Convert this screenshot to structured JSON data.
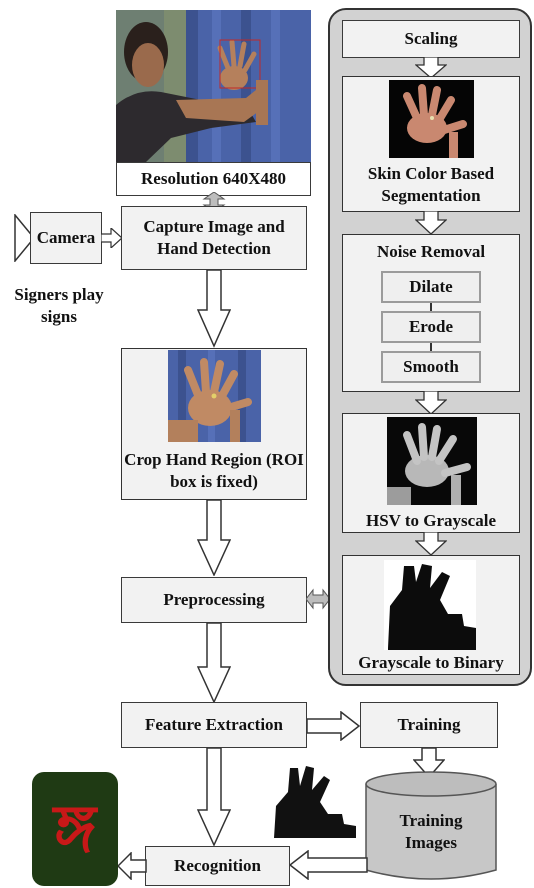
{
  "capture_photo_caption": "Resolution 640X480",
  "camera_label": "Camera",
  "signers_label": "Signers play signs",
  "capture_box_label": "Capture Image and Hand Detection",
  "crop_box_label": "Crop Hand Region (ROI box is fixed)",
  "preprocessing_label": "Preprocessing",
  "feature_extraction_label": "Feature Extraction",
  "training_label": "Training",
  "training_images_label": "Training Images",
  "recognition_label": "Recognition",
  "panel": {
    "scaling_label": "Scaling",
    "skin_label": "Skin Color Based Segmentation",
    "noise_title": "Noise Removal",
    "noise_steps": [
      "Dilate",
      "Erode",
      "Smooth"
    ],
    "hsv_label": "HSV to Grayscale",
    "binary_label": "Grayscale to Binary"
  },
  "output_symbol": "ঙ্গ",
  "colors": {
    "panel_bg": "#d2d2d2",
    "box_bg": "#f2f2f2",
    "output_bg": "#1f3a14",
    "output_glyph": "#c81818",
    "curtain": "#4a63a8"
  },
  "icons": [
    "hand-photo",
    "hand-binary-silhouette",
    "database-cylinder",
    "bengali-sign-tile"
  ]
}
